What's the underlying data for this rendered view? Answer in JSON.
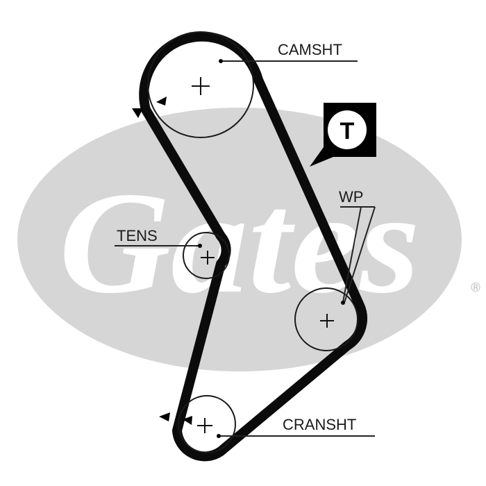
{
  "watermark": {
    "brand": "Gates",
    "registered_mark": "®"
  },
  "badge": {
    "letter": "T"
  },
  "labels": {
    "camshaft": "CAMSHT",
    "tensioner": "TENS",
    "water_pump": "WP",
    "crankshaft": "CRANSHT"
  },
  "colors": {
    "belt": "#0b0b0b",
    "watermark": "#d6d6d6",
    "leader": "#222222"
  }
}
